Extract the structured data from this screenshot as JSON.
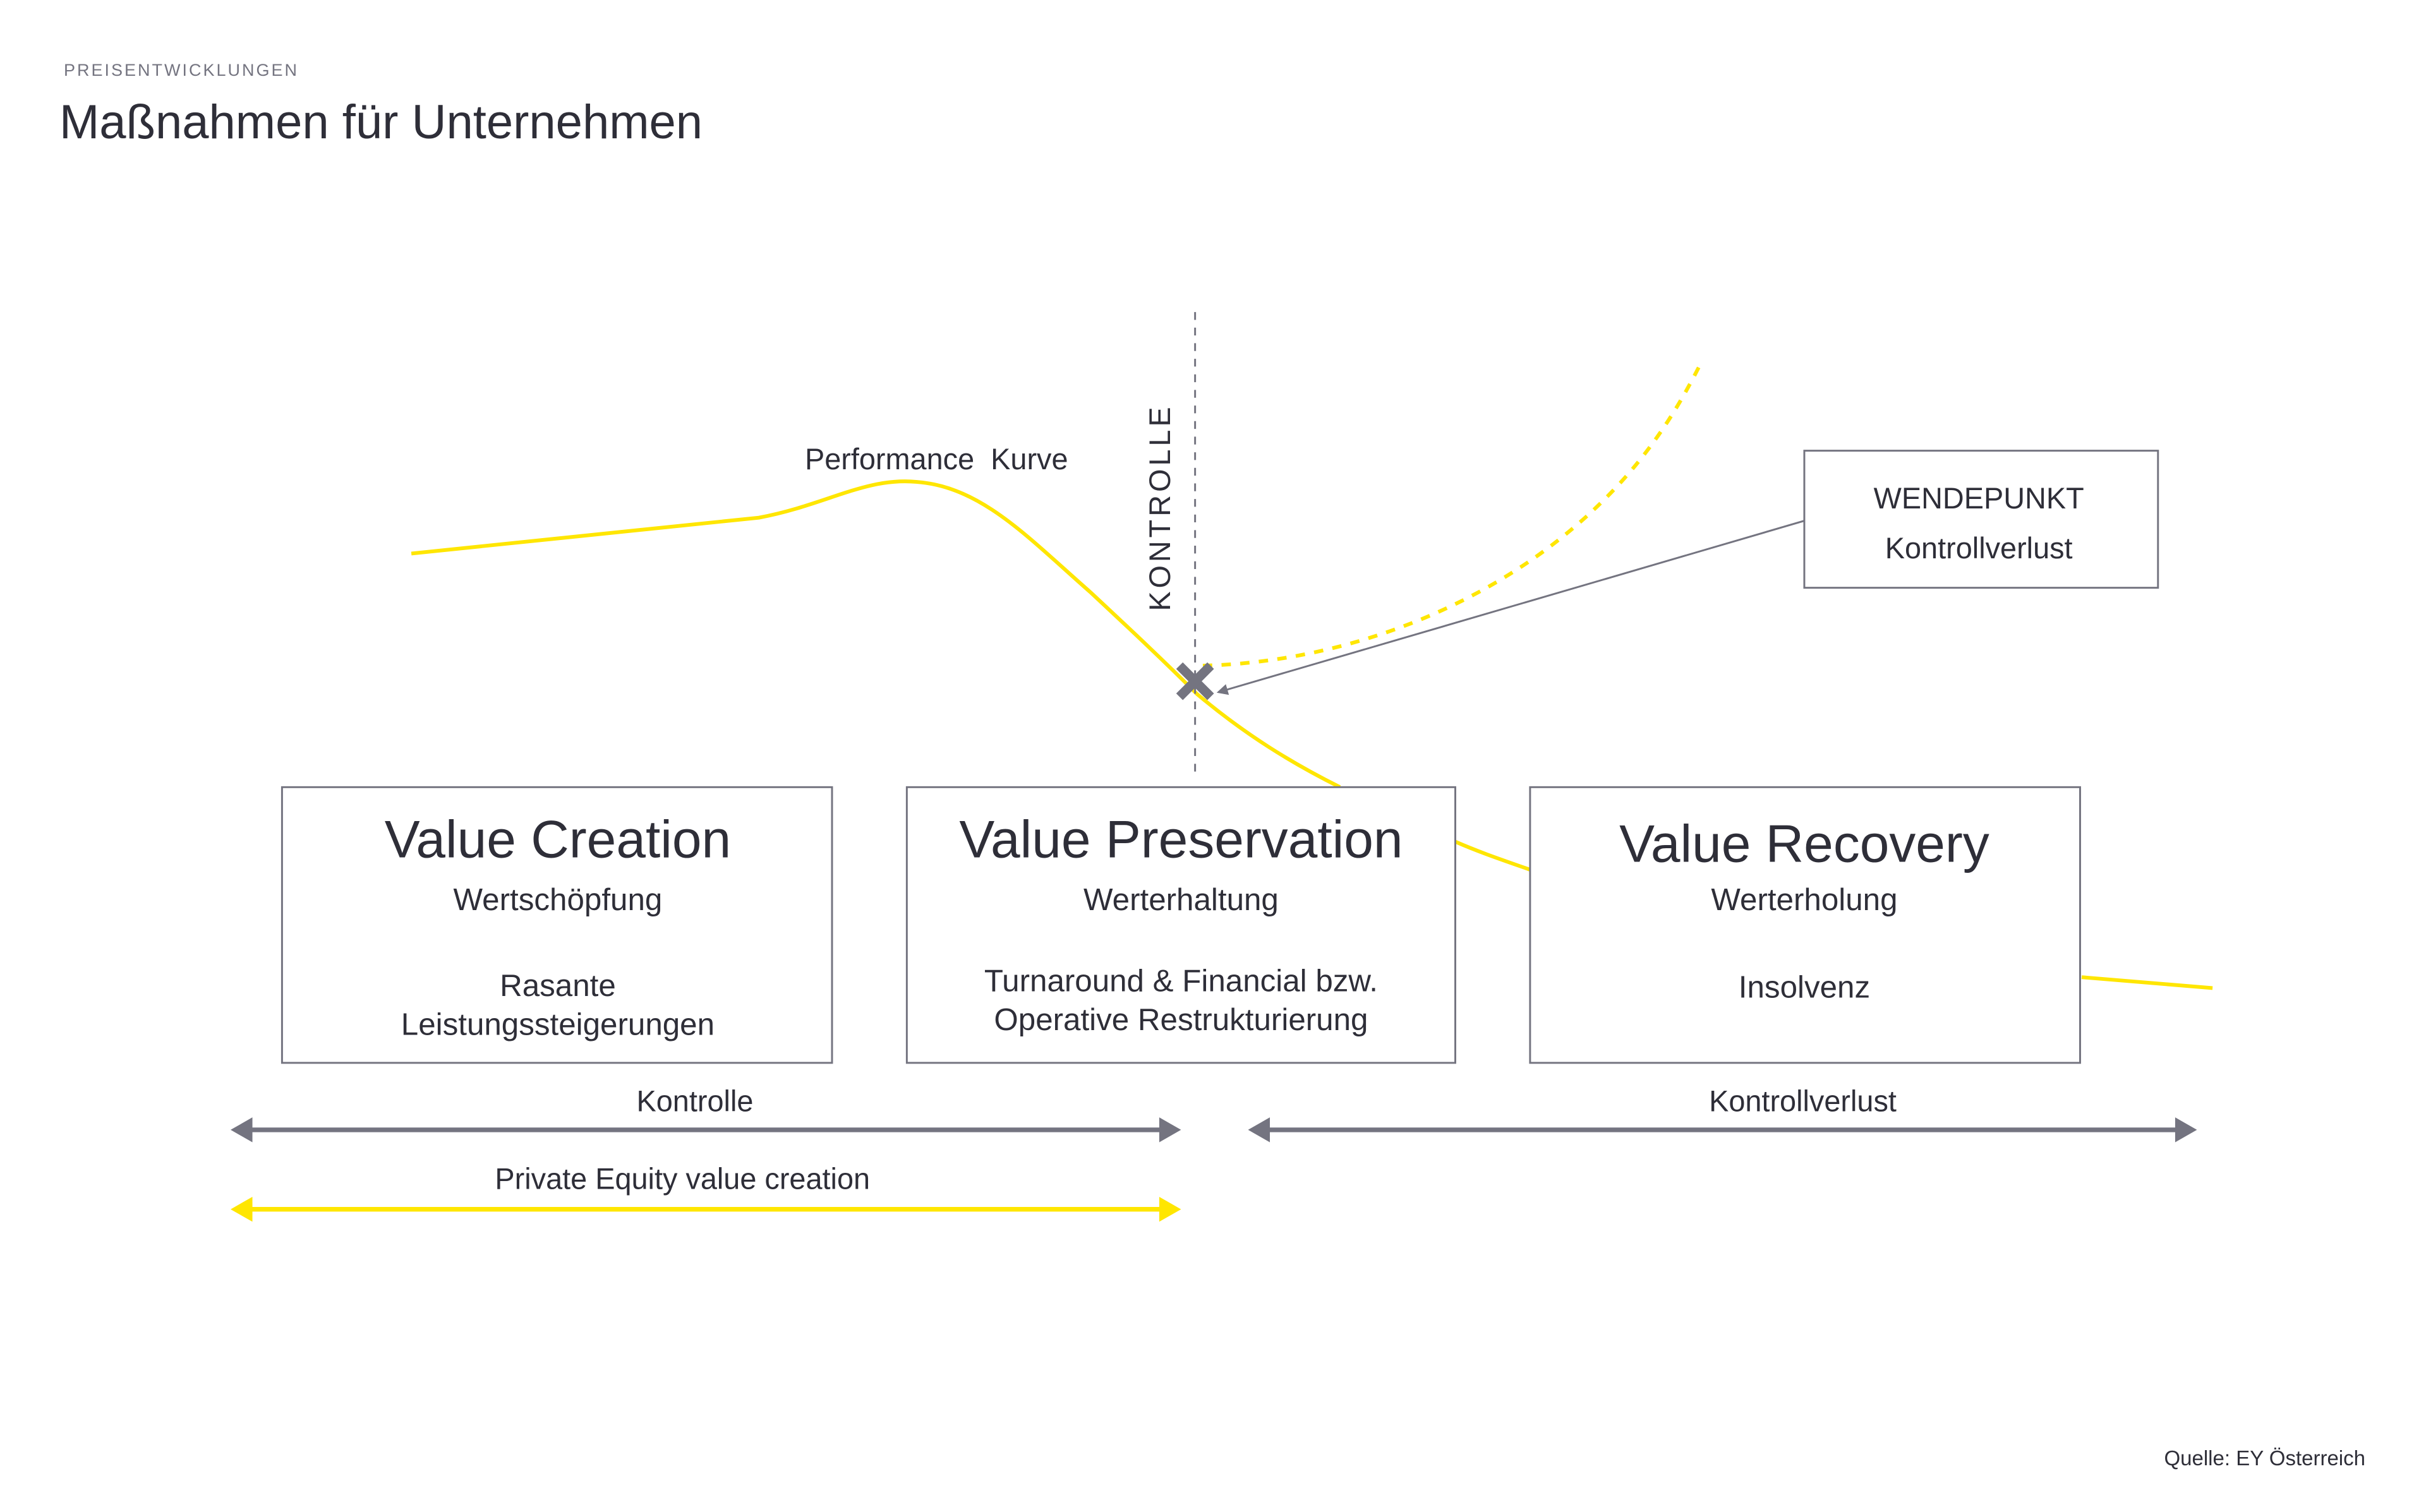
{
  "header": {
    "kicker": "PREISENTWICKLUNGEN",
    "title": "Maßnahmen für Unternehmen"
  },
  "diagram": {
    "curve_label": "Performance  Kurve",
    "control_line_label": "KONTROLLE",
    "turning_point": {
      "title": "WENDEPUNKT",
      "subtitle": "Kontrollverlust"
    },
    "phases": [
      {
        "title": "Value Creation",
        "subtitle": "Wertschöpfung",
        "body": [
          "Rasante",
          "Leistungssteigerungen"
        ]
      },
      {
        "title": "Value Preservation",
        "subtitle": "Werterhaltung",
        "body": [
          "Turnaround & Financial bzw.",
          "Operative Restrukturierung"
        ]
      },
      {
        "title": "Value Recovery",
        "subtitle": "Werterholung",
        "body": [
          "Insolvenz"
        ]
      }
    ],
    "ranges": [
      {
        "label": "Kontrolle",
        "color": "#747480"
      },
      {
        "label": "Kontrollverlust",
        "color": "#747480"
      },
      {
        "label": "Private Equity value creation",
        "color": "#FFE600"
      }
    ],
    "colors": {
      "accent": "#FFE600",
      "gray": "#747480",
      "text": "#2E2E38"
    }
  },
  "footer": {
    "source": "Quelle: EY Österreich"
  }
}
